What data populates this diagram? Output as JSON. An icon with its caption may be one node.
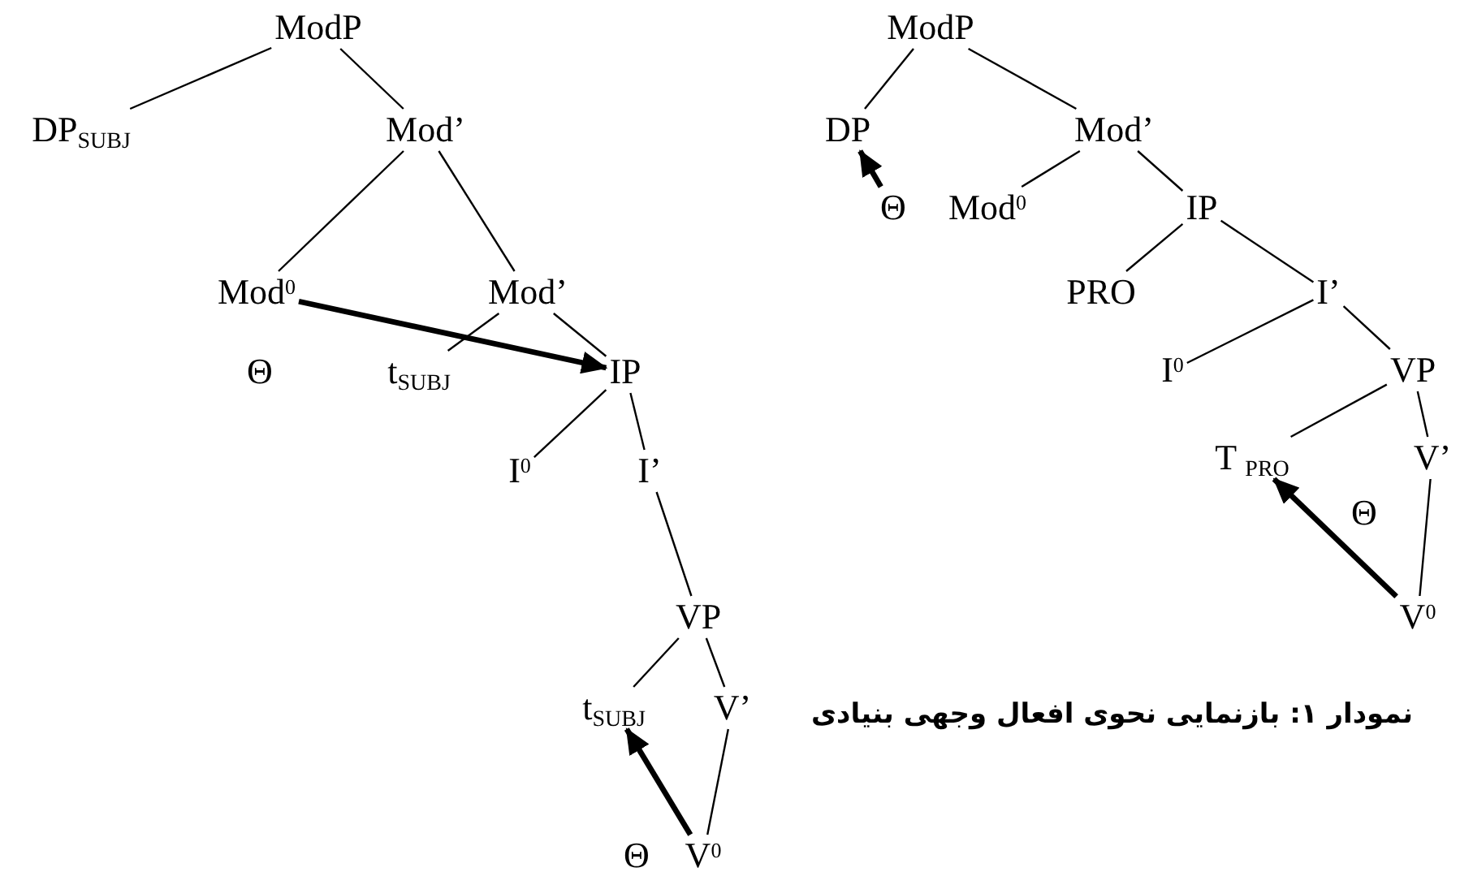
{
  "diagram": {
    "caption": "نمودار ۱: بازنمایی نحوی افعال وجهی بنیادی",
    "nodes": [
      {
        "text": [
          "ModP"
        ]
      },
      {
        "text": [
          "DP$_{SUBJ}$"
        ]
      },
      {
        "text": [
          "Mod’"
        ]
      },
      {
        "text": [
          "Mod$^{0}$"
        ]
      },
      {
        "text": [
          "Mod’"
        ]
      },
      {
        "text": [
          "Θ"
        ]
      },
      {
        "text": [
          "t$_{SUBJ}$"
        ]
      },
      {
        "text": [
          "IP"
        ]
      },
      {
        "text": [
          "I$^{0}$"
        ]
      },
      {
        "text": [
          "I’"
        ]
      },
      {
        "text": [
          "VP"
        ]
      },
      {
        "text": [
          "t$_{SUBJ}$"
        ]
      },
      {
        "text": [
          "V’"
        ]
      },
      {
        "text": [
          "Θ"
        ]
      },
      {
        "text": [
          "V$^{0}$"
        ]
      },
      {
        "text": [
          "ModP"
        ]
      },
      {
        "text": [
          "DP"
        ]
      },
      {
        "text": [
          "Mod’"
        ]
      },
      {
        "text": [
          "Θ"
        ]
      },
      {
        "text": [
          "Mod$^{0}$"
        ]
      },
      {
        "text": [
          "IP"
        ]
      },
      {
        "text": [
          "PRO"
        ]
      },
      {
        "text": [
          "I’"
        ]
      },
      {
        "text": [
          "I$^{0}$"
        ]
      },
      {
        "text": [
          "VP"
        ]
      },
      {
        "text": [
          "T $_{PRO}$"
        ]
      },
      {
        "text": [
          "V’"
        ]
      },
      {
        "text": [
          "Θ"
        ]
      },
      {
        "text": [
          "V$^{0}$"
        ]
      }
    ],
    "edges": [
      {
        "from": 0,
        "to": 1,
        "arrow": "none"
      },
      {
        "from": 0,
        "to": 2,
        "arrow": "none"
      },
      {
        "from": 2,
        "to": 3,
        "arrow": "none"
      },
      {
        "from": 2,
        "to": 4,
        "arrow": "none"
      },
      {
        "from": 4,
        "to": 6,
        "arrow": "none"
      },
      {
        "from": 4,
        "to": 7,
        "arrow": "none"
      },
      {
        "from": 7,
        "to": 8,
        "arrow": "none"
      },
      {
        "from": 7,
        "to": 9,
        "arrow": "none"
      },
      {
        "from": 9,
        "to": 10,
        "arrow": "none"
      },
      {
        "from": 10,
        "to": 11,
        "arrow": "none"
      },
      {
        "from": 10,
        "to": 12,
        "arrow": "none"
      },
      {
        "from": 12,
        "to": 14,
        "arrow": "none"
      },
      {
        "from": 3,
        "to": 7,
        "arrow": "to",
        "style": "thick"
      },
      {
        "from": 14,
        "to": 11,
        "arrow": "to",
        "style": "thick"
      },
      {
        "from": 15,
        "to": 16,
        "arrow": "none"
      },
      {
        "from": 15,
        "to": 17,
        "arrow": "none"
      },
      {
        "from": 17,
        "to": 19,
        "arrow": "none"
      },
      {
        "from": 17,
        "to": 20,
        "arrow": "none"
      },
      {
        "from": 20,
        "to": 21,
        "arrow": "none"
      },
      {
        "from": 20,
        "to": 22,
        "arrow": "none"
      },
      {
        "from": 22,
        "to": 23,
        "arrow": "none"
      },
      {
        "from": 22,
        "to": 24,
        "arrow": "none"
      },
      {
        "from": 24,
        "to": 25,
        "arrow": "none"
      },
      {
        "from": 24,
        "to": 26,
        "arrow": "none"
      },
      {
        "from": 26,
        "to": 28,
        "arrow": "none"
      },
      {
        "from": 18,
        "to": 16,
        "arrow": "to",
        "style": "thick"
      },
      {
        "from": 28,
        "to": 25,
        "arrow": "to",
        "style": "thick"
      }
    ]
  }
}
